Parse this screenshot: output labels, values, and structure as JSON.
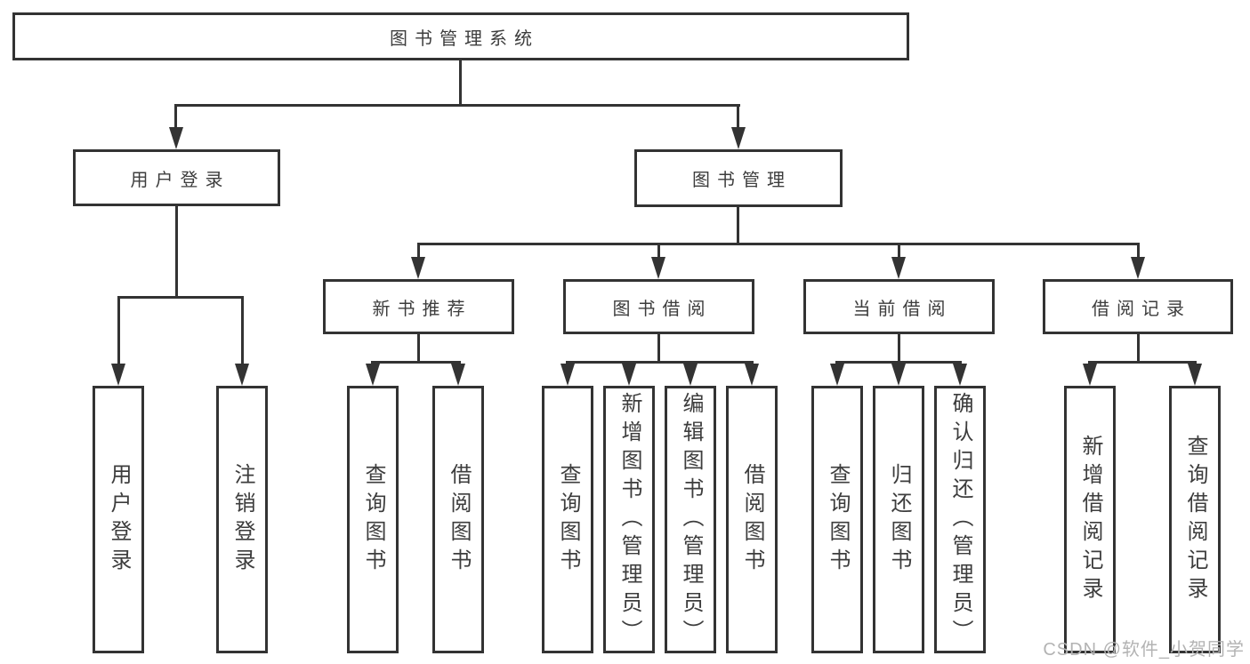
{
  "colors": {
    "line": "#333333",
    "text": "#3d3d3d",
    "background": "#ffffff",
    "watermark": "#b3b3b3"
  },
  "watermark": "CSDN @软件_小贺同学",
  "tree": {
    "root": {
      "label": "图书管理系统"
    },
    "user": {
      "label": "用户登录",
      "children": [
        {
          "label": "用户登录"
        },
        {
          "label": "注销登录"
        }
      ]
    },
    "mgmt": {
      "label": "图书管理",
      "groups": [
        {
          "label": "新书推荐",
          "children": [
            {
              "label": "查询图书"
            },
            {
              "label": "借阅图书"
            }
          ]
        },
        {
          "label": "图书借阅",
          "children": [
            {
              "label": "查询图书"
            },
            {
              "label": "新增图书（管理员）"
            },
            {
              "label": "编辑图书（管理员）"
            },
            {
              "label": "借阅图书"
            }
          ]
        },
        {
          "label": "当前借阅",
          "children": [
            {
              "label": "查询图书"
            },
            {
              "label": "归还图书"
            },
            {
              "label": "确认归还（管理员）"
            }
          ]
        },
        {
          "label": "借阅记录",
          "children": [
            {
              "label": "新增借阅记录"
            },
            {
              "label": "查询借阅记录"
            }
          ]
        }
      ]
    }
  }
}
